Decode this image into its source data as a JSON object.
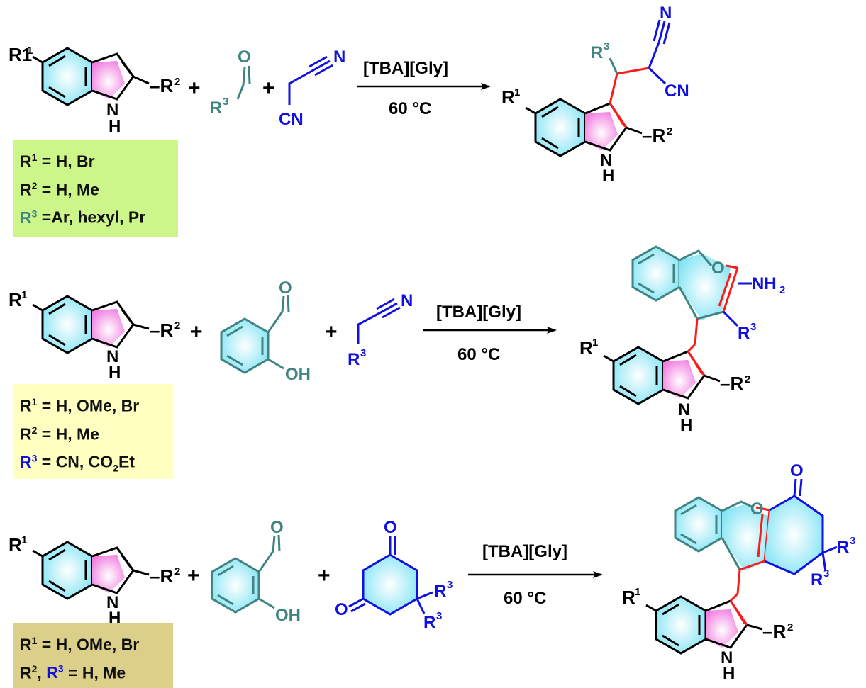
{
  "condition": {
    "reagent": "[TBA][Gly]",
    "temperature": "60 °C"
  },
  "plus": "+",
  "labels": {
    "R1": "R1",
    "R2": "R2",
    "R3": "R3",
    "NH": "N",
    "NH_H": "H",
    "O": "O",
    "N": "N",
    "CN": "CN",
    "OH": "OH",
    "NH2": "NH2"
  },
  "boxes": {
    "box1": {
      "lines": [
        "R1 = H, Br",
        "R2 = H, Me",
        "R3 =Ar, hexyl, Pr"
      ]
    },
    "box2": {
      "lines": [
        "R1 = H, OMe, Br",
        "R2 = H, Me",
        "R3 = CN, CO2Et"
      ]
    },
    "box3": {
      "lines": [
        "R1 = H, OMe, Br",
        "R2, R3 = H, Me"
      ]
    }
  },
  "colors": {
    "teal": "#3f8483",
    "blue": "#1010e0",
    "red": "#ff1a1a",
    "pink": "#f47ce0",
    "cyan": "#8ae8f5",
    "box1": "#ccf58a",
    "box2": "#ffffc2",
    "box3": "#dccf8a"
  }
}
